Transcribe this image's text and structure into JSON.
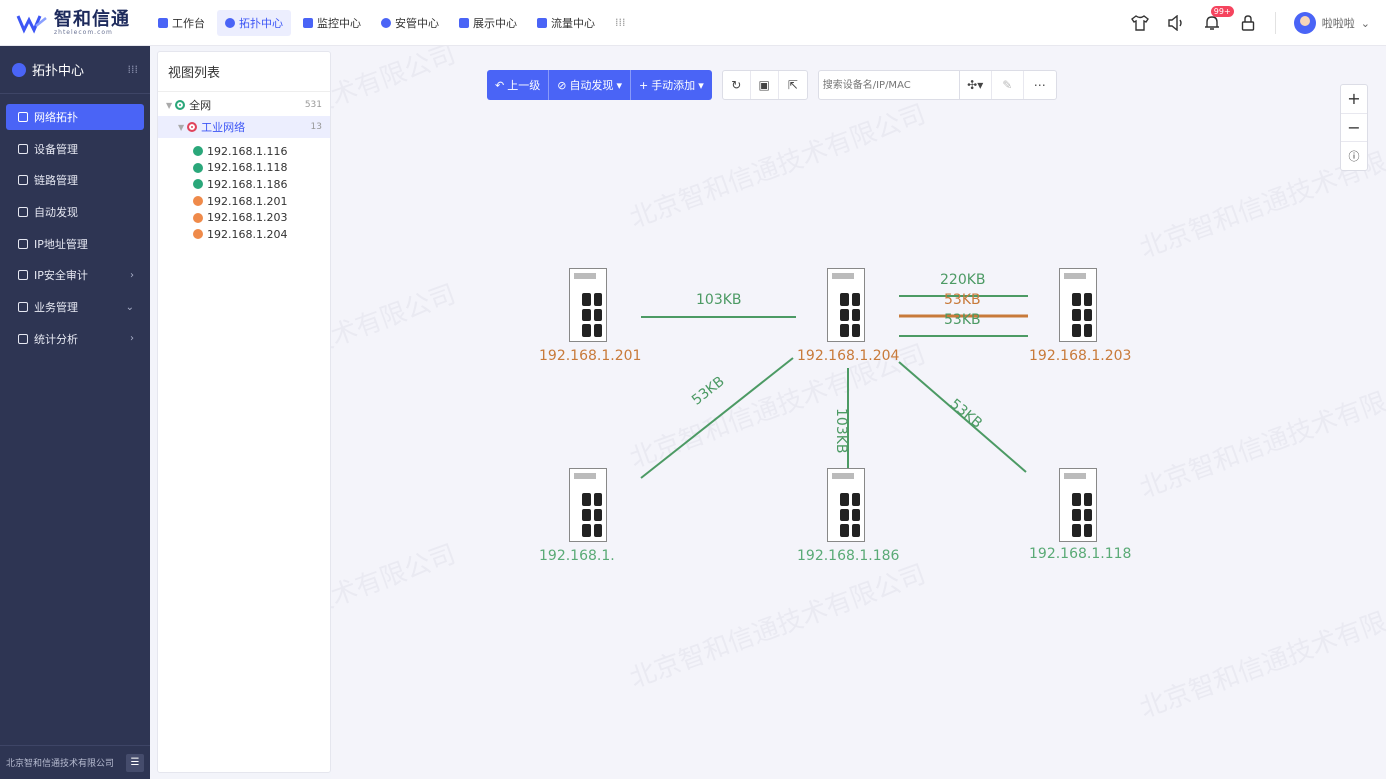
{
  "logo": {
    "title": "智和信通",
    "subtitle": "zhtelecom.com"
  },
  "topnav": [
    {
      "label": "工作台",
      "icon": "home-icon",
      "active": false
    },
    {
      "label": "拓扑中心",
      "icon": "topology-icon",
      "active": true
    },
    {
      "label": "监控中心",
      "icon": "monitor-icon",
      "active": false
    },
    {
      "label": "安管中心",
      "icon": "shield-icon",
      "active": false
    },
    {
      "label": "展示中心",
      "icon": "display-icon",
      "active": false
    },
    {
      "label": "流量中心",
      "icon": "traffic-icon",
      "active": false
    }
  ],
  "topright": {
    "badge": "99+",
    "username": "啦啦啦"
  },
  "sidebar": {
    "title": "拓扑中心",
    "items": [
      {
        "label": "网络拓扑",
        "icon": "network-icon",
        "active": true,
        "chevron": ""
      },
      {
        "label": "设备管理",
        "icon": "device-icon",
        "active": false,
        "chevron": ""
      },
      {
        "label": "链路管理",
        "icon": "link-icon",
        "active": false,
        "chevron": ""
      },
      {
        "label": "自动发现",
        "icon": "discover-icon",
        "active": false,
        "chevron": ""
      },
      {
        "label": "IP地址管理",
        "icon": "ip-icon",
        "active": false,
        "chevron": ""
      },
      {
        "label": "IP安全审计",
        "icon": "audit-icon",
        "active": false,
        "chevron": "›"
      },
      {
        "label": "业务管理",
        "icon": "business-icon",
        "active": false,
        "chevron": "⌄"
      },
      {
        "label": "统计分析",
        "icon": "stats-icon",
        "active": false,
        "chevron": "›"
      }
    ],
    "footer": "北京智和信通技术有限公司"
  },
  "viewlist": {
    "title": "视图列表",
    "root": {
      "label": "全网",
      "count": "531"
    },
    "group": {
      "label": "工业网络",
      "count": "13"
    },
    "devices": [
      {
        "ip": "192.168.1.116",
        "status": "green"
      },
      {
        "ip": "192.168.1.118",
        "status": "green"
      },
      {
        "ip": "192.168.1.186",
        "status": "green"
      },
      {
        "ip": "192.168.1.201",
        "status": "orange"
      },
      {
        "ip": "192.168.1.203",
        "status": "orange"
      },
      {
        "ip": "192.168.1.204",
        "status": "orange"
      }
    ]
  },
  "toolbar": {
    "up_label": "上一级",
    "discover_label": "自动发现",
    "add_label": "手动添加",
    "search_placeholder": "搜索设备名/IP/MAC"
  },
  "watermark": "北京智和信通技术有限公司",
  "topology": {
    "nodes": [
      {
        "ip": "192.168.1.201",
        "color": "#c87a3a"
      },
      {
        "ip": "192.168.1.204",
        "color": "#c87a3a"
      },
      {
        "ip": "192.168.1.203",
        "color": "#c87a3a"
      },
      {
        "ip": "192.168.1.",
        "color": "#5aaa76"
      },
      {
        "ip": "192.168.1.186",
        "color": "#5aaa76"
      },
      {
        "ip": "192.168.1.118",
        "color": "#5aaa76"
      }
    ],
    "links": [
      {
        "label": "103KB",
        "color": "#4c9a64"
      },
      {
        "label": "220KB",
        "color": "#4c9a64"
      },
      {
        "label": "53KB",
        "color": "#c87a3a"
      },
      {
        "label": "53KB",
        "color": "#4c9a64"
      },
      {
        "label": "53KB",
        "color": "#4c9a64"
      },
      {
        "label": "103KB",
        "color": "#4c9a64"
      },
      {
        "label": "53KB",
        "color": "#4c9a64"
      }
    ]
  }
}
